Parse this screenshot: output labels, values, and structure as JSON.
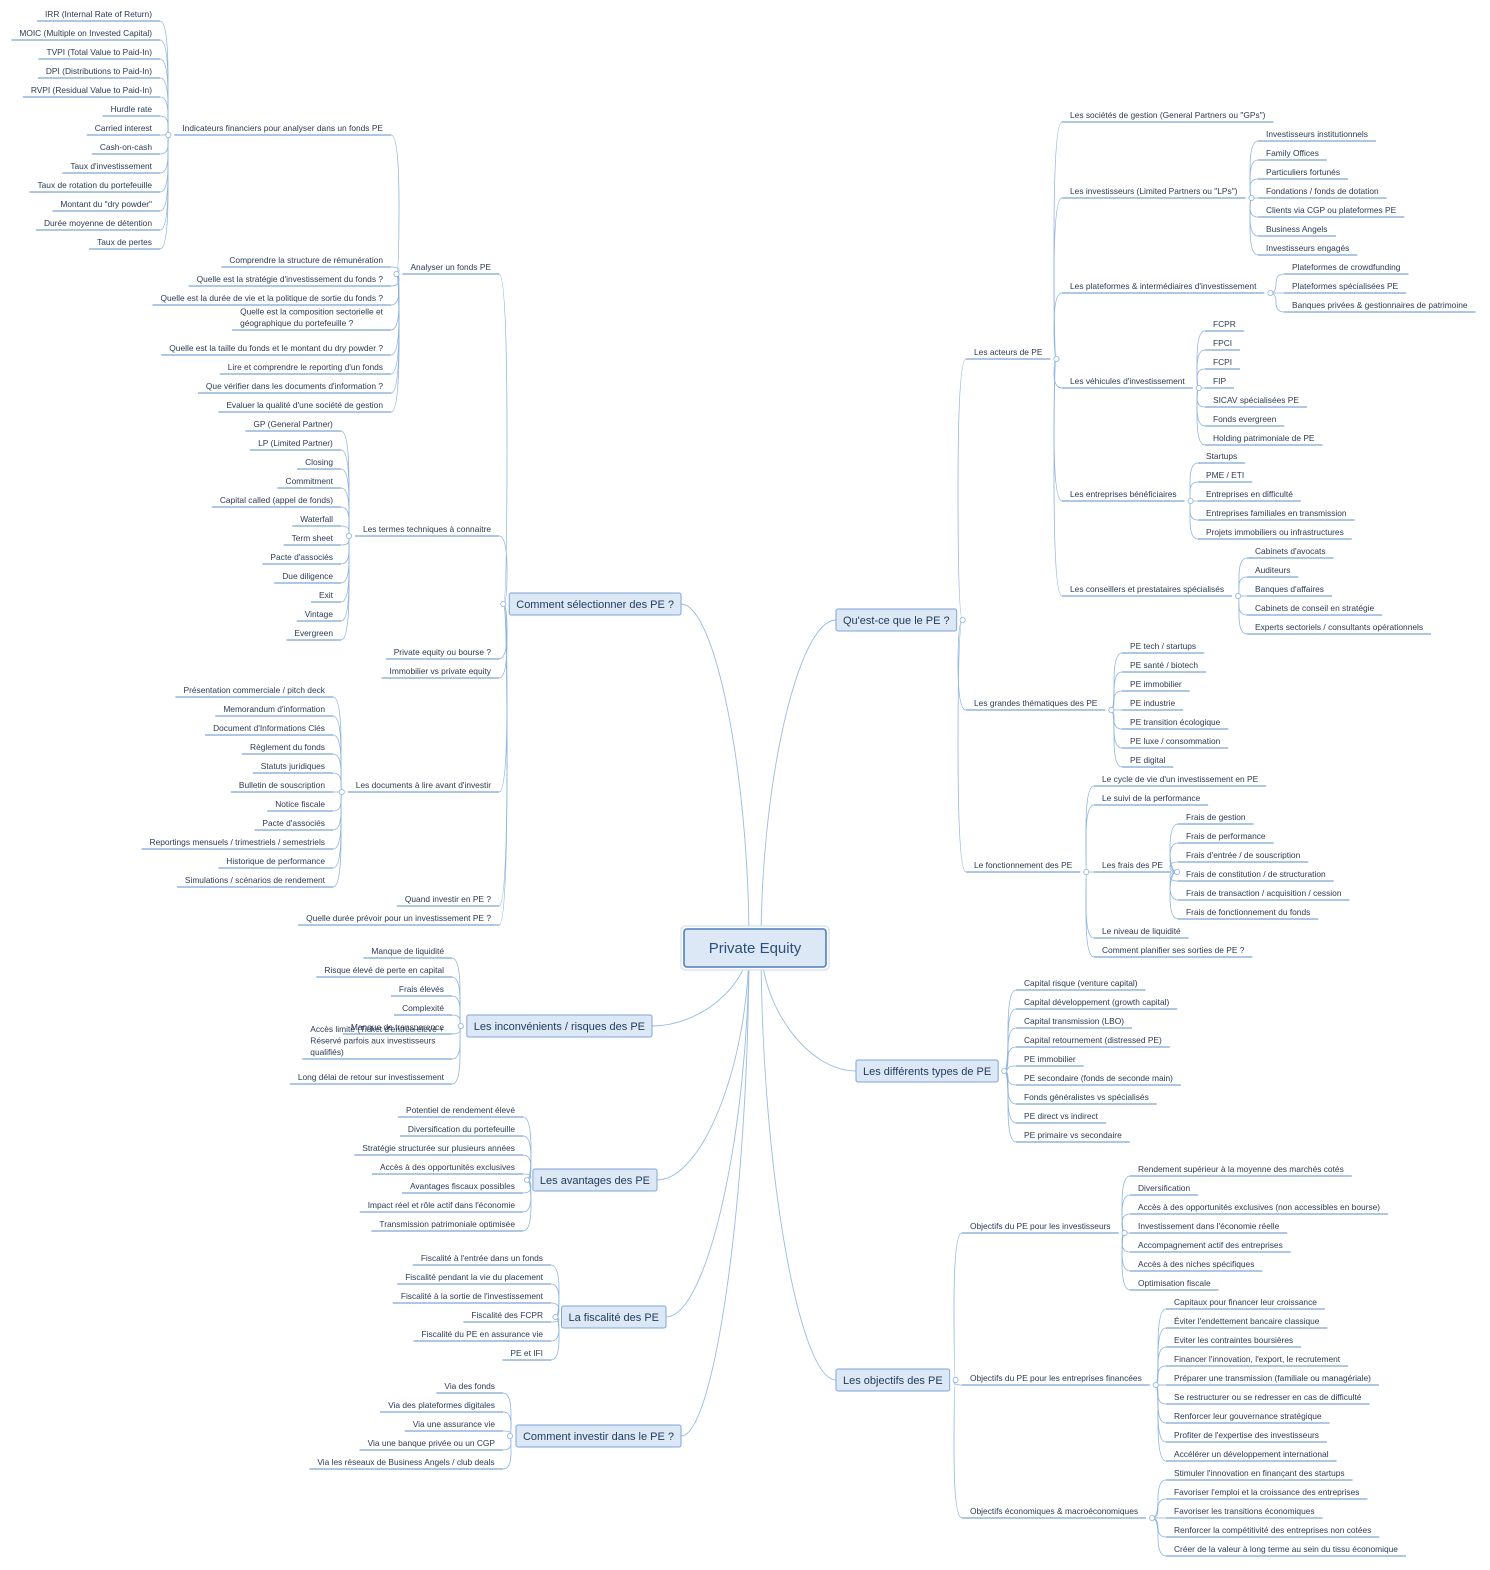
{
  "root": "Private Equity",
  "branches": [
    {
      "label": "Comment sélectionner des PE ?",
      "side": "left",
      "children": [
        {
          "label": "Analyser un fonds PE",
          "children": [
            {
              "label": "Indicateurs financiers pour analyser dans un fonds PE",
              "children": [
                {
                  "label": "IRR (Internal Rate of Return)"
                },
                {
                  "label": "MOIC (Multiple on Invested Capital)"
                },
                {
                  "label": "TVPI (Total Value to Paid-In)"
                },
                {
                  "label": "DPI (Distributions to Paid-In)"
                },
                {
                  "label": "RVPI (Residual Value to Paid-In)"
                },
                {
                  "label": "Hurdle rate"
                },
                {
                  "label": "Carried interest"
                },
                {
                  "label": "Cash-on-cash"
                },
                {
                  "label": "Taux d'investissement"
                },
                {
                  "label": "Taux de rotation du portefeuille"
                },
                {
                  "label": "Montant du \"dry powder\""
                },
                {
                  "label": "Durée moyenne de détention"
                },
                {
                  "label": "Taux de pertes"
                }
              ]
            },
            {
              "label": "Comprendre la structure de rémunération"
            },
            {
              "label": "Quelle est la stratégie d'investissement du fonds ?"
            },
            {
              "label": "Quelle est la durée de vie et la politique de sortie du fonds ?"
            },
            {
              "label": "Quelle est la composition sectorielle et géographique du portefeuille ?"
            },
            {
              "label": "Quelle est la taille du fonds et le montant du dry powder ?"
            },
            {
              "label": "Lire et comprendre le reporting d'un fonds"
            },
            {
              "label": "Que vérifier dans les documents d'information ?"
            },
            {
              "label": "Evaluer la qualité d'une société de gestion"
            }
          ]
        },
        {
          "label": "Les termes techniques à connaitre",
          "children": [
            {
              "label": "GP (General Partner)"
            },
            {
              "label": "LP (Limited Partner)"
            },
            {
              "label": "Closing"
            },
            {
              "label": "Commitment"
            },
            {
              "label": "Capital called (appel de fonds)"
            },
            {
              "label": "Waterfall"
            },
            {
              "label": "Term sheet"
            },
            {
              "label": "Pacte d'associés"
            },
            {
              "label": "Due diligence"
            },
            {
              "label": "Exit"
            },
            {
              "label": "Vintage"
            },
            {
              "label": "Evergreen"
            }
          ]
        },
        {
          "label": "Private equity ou bourse ?"
        },
        {
          "label": "Immobilier vs private equity"
        },
        {
          "label": "Les documents à lire avant d'investir",
          "children": [
            {
              "label": "Présentation commerciale / pitch deck"
            },
            {
              "label": "Memorandum d'information"
            },
            {
              "label": "Document d'Informations Clés"
            },
            {
              "label": "Règlement du fonds"
            },
            {
              "label": "Statuts juridiques"
            },
            {
              "label": "Bulletin de souscription"
            },
            {
              "label": "Notice fiscale"
            },
            {
              "label": "Pacte d'associés"
            },
            {
              "label": "Reportings mensuels / trimestriels / semestriels"
            },
            {
              "label": "Historique de performance"
            },
            {
              "label": "Simulations / scénarios de rendement"
            }
          ]
        },
        {
          "label": "Quand investir en PE ?"
        },
        {
          "label": "Quelle durée prévoir pour un investissement PE ?"
        }
      ]
    },
    {
      "label": "Les inconvénients / risques des PE",
      "side": "left",
      "children": [
        {
          "label": "Manque de liquidité"
        },
        {
          "label": "Risque élevé de perte en capital"
        },
        {
          "label": "Frais élevés"
        },
        {
          "label": "Complexité"
        },
        {
          "label": "Manque de transparence"
        },
        {
          "label": "Accès limité (Ticket d'entrée élevé + Réservé parfois aux investisseurs qualifiés)"
        },
        {
          "label": "Long délai de retour sur investissement"
        }
      ]
    },
    {
      "label": "Les avantages des PE",
      "side": "left",
      "children": [
        {
          "label": "Potentiel de rendement élevé"
        },
        {
          "label": "Diversification du portefeuille"
        },
        {
          "label": "Stratégie structurée sur plusieurs années"
        },
        {
          "label": "Accès à des opportunités exclusives"
        },
        {
          "label": "Avantages fiscaux possibles"
        },
        {
          "label": "Impact réel et rôle actif dans l'économie"
        },
        {
          "label": "Transmission patrimoniale optimisée"
        }
      ]
    },
    {
      "label": "La fiscalité des PE",
      "side": "left",
      "children": [
        {
          "label": "Fiscalité à l'entrée dans un fonds"
        },
        {
          "label": "Fiscalité pendant la vie du placement"
        },
        {
          "label": "Fiscalité à la sortie de l'investissement"
        },
        {
          "label": "Fiscalité des FCPR"
        },
        {
          "label": "Fiscalité du PE en assurance vie"
        },
        {
          "label": "PE et IFI"
        }
      ]
    },
    {
      "label": "Comment investir dans le PE ?",
      "side": "left",
      "children": [
        {
          "label": "Via des fonds"
        },
        {
          "label": "Via des plateformes digitales"
        },
        {
          "label": "Via une assurance vie"
        },
        {
          "label": "Via une banque privée ou un CGP"
        },
        {
          "label": "Via les réseaux de Business Angels / club deals"
        }
      ]
    },
    {
      "label": "Qu'est-ce que le PE ?",
      "side": "right",
      "children": [
        {
          "label": "Les acteurs de PE",
          "children": [
            {
              "label": "Les sociétés de gestion (General Partners ou \"GPs\")"
            },
            {
              "label": "Les investisseurs (Limited Partners ou \"LPs\")",
              "children": [
                {
                  "label": "Investisseurs institutionnels"
                },
                {
                  "label": "Family Offices"
                },
                {
                  "label": "Particuliers fortunés"
                },
                {
                  "label": "Fondations / fonds de dotation"
                },
                {
                  "label": "Clients via CGP ou plateformes PE"
                },
                {
                  "label": "Business Angels"
                },
                {
                  "label": "Investisseurs engagés"
                }
              ]
            },
            {
              "label": "Les plateformes & intermédiaires d'investissement",
              "children": [
                {
                  "label": "Plateformes de crowdfunding"
                },
                {
                  "label": "Plateformes spécialisées PE"
                },
                {
                  "label": "Banques privées & gestionnaires de patrimoine"
                }
              ]
            },
            {
              "label": "Les véhicules d'investissement",
              "children": [
                {
                  "label": "FCPR"
                },
                {
                  "label": "FPCI"
                },
                {
                  "label": "FCPI"
                },
                {
                  "label": "FIP"
                },
                {
                  "label": "SICAV spécialisées PE"
                },
                {
                  "label": "Fonds evergreen"
                },
                {
                  "label": "Holding patrimoniale de PE"
                }
              ]
            },
            {
              "label": "Les entreprises bénéficiaires",
              "children": [
                {
                  "label": "Startups"
                },
                {
                  "label": "PME / ETI"
                },
                {
                  "label": "Entreprises en difficulté"
                },
                {
                  "label": "Entreprises familiales en transmission"
                },
                {
                  "label": "Projets immobiliers ou infrastructures"
                }
              ]
            },
            {
              "label": "Les conseillers et prestataires spécialisés",
              "children": [
                {
                  "label": "Cabinets d'avocats"
                },
                {
                  "label": "Auditeurs"
                },
                {
                  "label": "Banques d'affaires"
                },
                {
                  "label": "Cabinets de conseil en stratégie"
                },
                {
                  "label": "Experts sectoriels / consultants opérationnels"
                }
              ]
            }
          ]
        },
        {
          "label": "Les grandes thématiques des PE",
          "children": [
            {
              "label": "PE tech / startups"
            },
            {
              "label": "PE santé / biotech"
            },
            {
              "label": "PE immobilier"
            },
            {
              "label": "PE industrie"
            },
            {
              "label": "PE transition écologique"
            },
            {
              "label": "PE luxe / consommation"
            },
            {
              "label": "PE digital"
            }
          ]
        },
        {
          "label": "Le fonctionnement des PE",
          "children": [
            {
              "label": "Le cycle de vie d'un investissement en PE"
            },
            {
              "label": "Le suivi de la performance"
            },
            {
              "label": "Les frais des PE",
              "children": [
                {
                  "label": "Frais de gestion"
                },
                {
                  "label": "Frais de performance"
                },
                {
                  "label": "Frais d'entrée / de souscription"
                },
                {
                  "label": "Frais de constitution / de structuration"
                },
                {
                  "label": "Frais de transaction / acquisition / cession"
                },
                {
                  "label": "Frais de fonctionnement du fonds"
                }
              ]
            },
            {
              "label": "Le niveau de liquidité"
            },
            {
              "label": "Comment planifier ses sorties de PE ?"
            }
          ]
        }
      ]
    },
    {
      "label": "Les différents types de PE",
      "side": "right",
      "children": [
        {
          "label": "Capital risque (venture capital)"
        },
        {
          "label": "Capital développement (growth capital)"
        },
        {
          "label": "Capital transmission (LBO)"
        },
        {
          "label": "Capital retournement (distressed PE)"
        },
        {
          "label": "PE immobilier"
        },
        {
          "label": "PE secondaire (fonds de seconde main)"
        },
        {
          "label": "Fonds généralistes vs spécialisés"
        },
        {
          "label": "PE direct vs indirect"
        },
        {
          "label": "PE primaire vs secondaire"
        }
      ]
    },
    {
      "label": "Les objectifs des PE",
      "side": "right",
      "children": [
        {
          "label": "Objectifs du PE pour les investisseurs",
          "children": [
            {
              "label": "Rendement supérieur à la moyenne des marchés cotés"
            },
            {
              "label": "Diversification"
            },
            {
              "label": "Accès à des opportunités exclusives (non accessibles en bourse)"
            },
            {
              "label": "Investissement dans l'économie réelle"
            },
            {
              "label": "Accompagnement actif des entreprises"
            },
            {
              "label": "Accès à des niches spécifiques"
            },
            {
              "label": "Optimisation fiscale"
            }
          ]
        },
        {
          "label": "Objectifs du PE pour les entreprises financées",
          "children": [
            {
              "label": "Capitaux pour financer leur croissance"
            },
            {
              "label": "Éviter l'endettement bancaire classique"
            },
            {
              "label": "Eviter les contraintes boursières"
            },
            {
              "label": "Financer l'innovation, l'export, le recrutement"
            },
            {
              "label": "Préparer une transmission (familiale ou managériale)"
            },
            {
              "label": "Se restructurer ou se redresser en cas de difficulté"
            },
            {
              "label": "Renforcer leur gouvernance stratégique"
            },
            {
              "label": "Profiter de l'expertise des investisseurs"
            },
            {
              "label": "Accélérer un développement international"
            }
          ]
        },
        {
          "label": "Objectifs économiques & macroéconomiques",
          "children": [
            {
              "label": "Stimuler l'innovation en finançant des startups"
            },
            {
              "label": "Favoriser l'emploi et la croissance des entreprises"
            },
            {
              "label": "Favoriser les transitions économiques"
            },
            {
              "label": "Renforcer la compétitivité des entreprises non cotées"
            },
            {
              "label": "Créer de la valeur à long terme au sein du tissu économique"
            }
          ]
        }
      ]
    }
  ]
}
